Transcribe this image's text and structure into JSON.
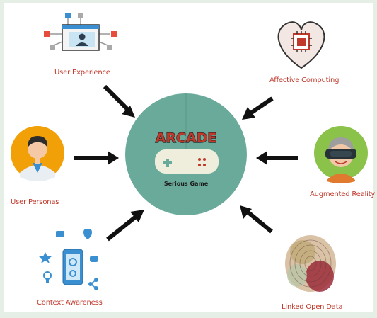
{
  "center": {
    "title": "ARCADE",
    "subtitle": "Serious Game",
    "circle_color": "#6aaa9a",
    "title_color": "#c0392b"
  },
  "nodes": [
    {
      "id": "user-experience",
      "label": "User Experience",
      "icon": "computer-user-icon"
    },
    {
      "id": "affective-computing",
      "label": "Affective Computing",
      "icon": "heart-chip-icon"
    },
    {
      "id": "user-personas",
      "label": "User Personas",
      "icon": "person-avatar-icon"
    },
    {
      "id": "augmented-reality",
      "label": "Augmented Reality",
      "icon": "vr-headset-icon"
    },
    {
      "id": "context-awareness",
      "label": "Context Awareness",
      "icon": "smartphone-context-icon"
    },
    {
      "id": "linked-open-data",
      "label": "Linked Open Data",
      "icon": "fingerprint-data-icon"
    }
  ],
  "colors": {
    "label": "#c0392b",
    "arrow": "#111111",
    "accent_blue": "#3a8fd1",
    "accent_orange": "#f2a007"
  }
}
